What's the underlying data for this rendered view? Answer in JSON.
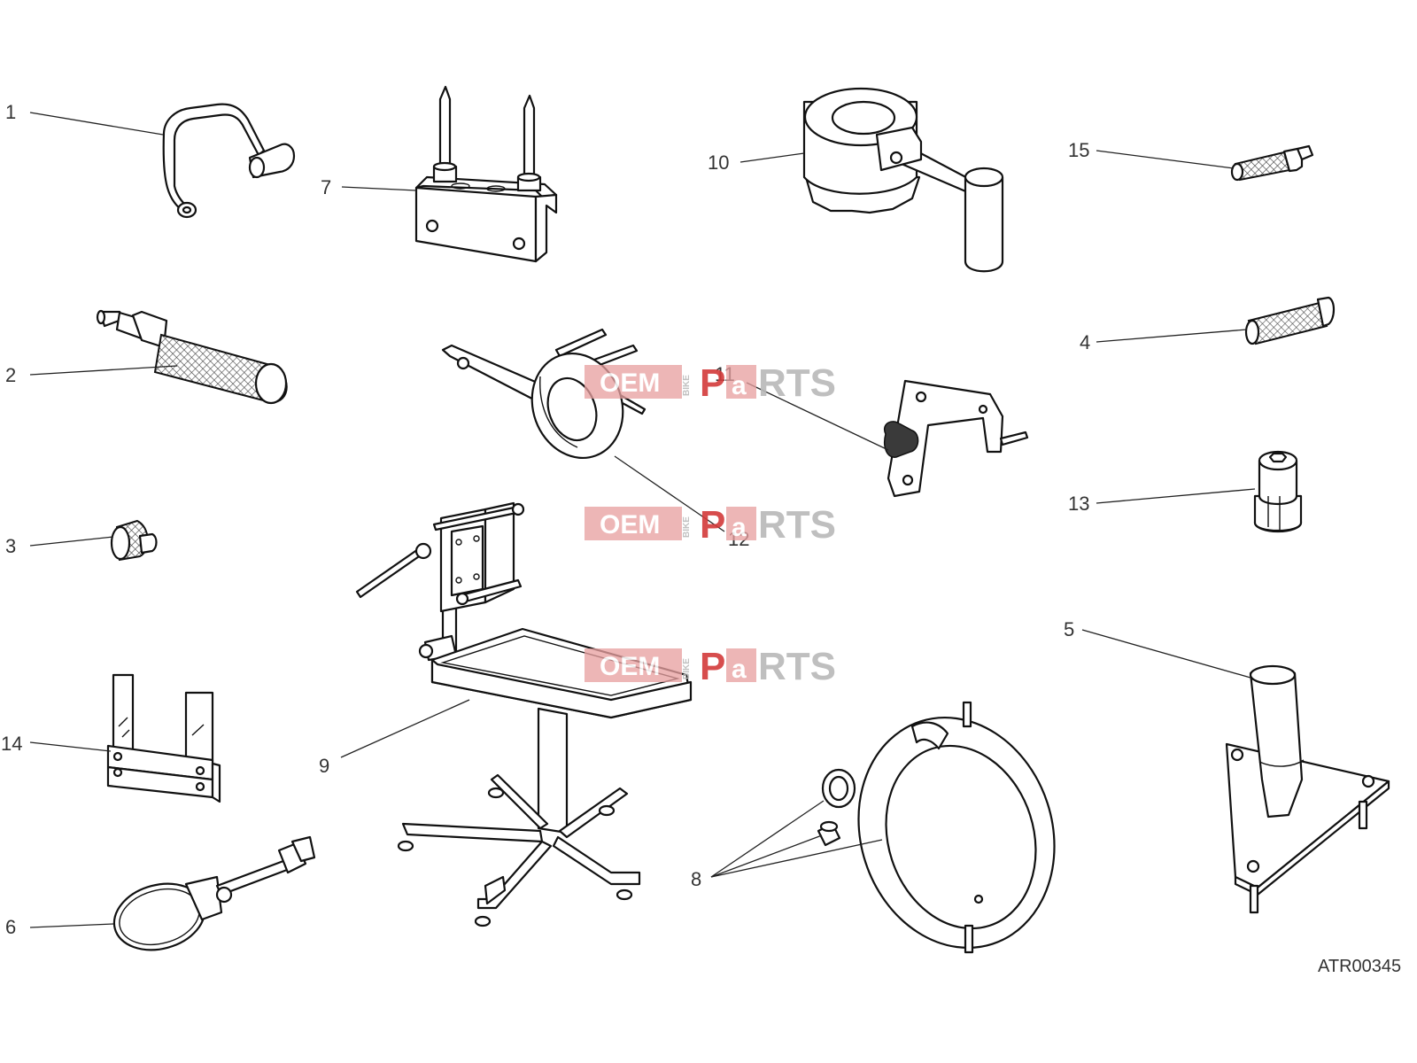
{
  "callouts": [
    {
      "id": "1",
      "text": "1"
    },
    {
      "id": "2",
      "text": "2"
    },
    {
      "id": "3",
      "text": "3"
    },
    {
      "id": "4",
      "text": "4"
    },
    {
      "id": "5",
      "text": "5"
    },
    {
      "id": "6",
      "text": "6"
    },
    {
      "id": "7",
      "text": "7"
    },
    {
      "id": "8",
      "text": "8"
    },
    {
      "id": "9",
      "text": "9"
    },
    {
      "id": "10",
      "text": "10"
    },
    {
      "id": "11",
      "text": "11"
    },
    {
      "id": "12",
      "text": "12"
    },
    {
      "id": "13",
      "text": "13"
    },
    {
      "id": "14",
      "text": "14"
    },
    {
      "id": "15",
      "text": "15"
    }
  ],
  "reference_code": "ATR00345",
  "watermark": {
    "oem": "OEM",
    "bike": "BIKE",
    "p": "P",
    "a": "a",
    "rts": "RTS"
  },
  "colors": {
    "line": "#111111",
    "label": "#333333",
    "watermark_red": "#d33a3a",
    "watermark_pink": "#e8a0a0"
  }
}
